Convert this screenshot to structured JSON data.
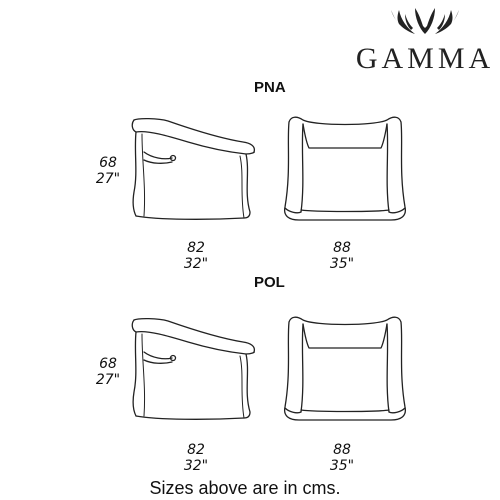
{
  "brand": {
    "name": "GAMMA",
    "logo_icon": "three-leaf-crown-icon"
  },
  "models": [
    {
      "code": "PNA",
      "height_cm": "68",
      "height_in": "27\"",
      "depth_cm": "82",
      "depth_in": "32\"",
      "width_cm": "88",
      "width_in": "35\""
    },
    {
      "code": "POL",
      "height_cm": "68",
      "height_in": "27\"",
      "depth_cm": "82",
      "depth_in": "32\"",
      "width_cm": "88",
      "width_in": "35\""
    }
  ],
  "footer": {
    "note": "Sizes above are in cms."
  }
}
